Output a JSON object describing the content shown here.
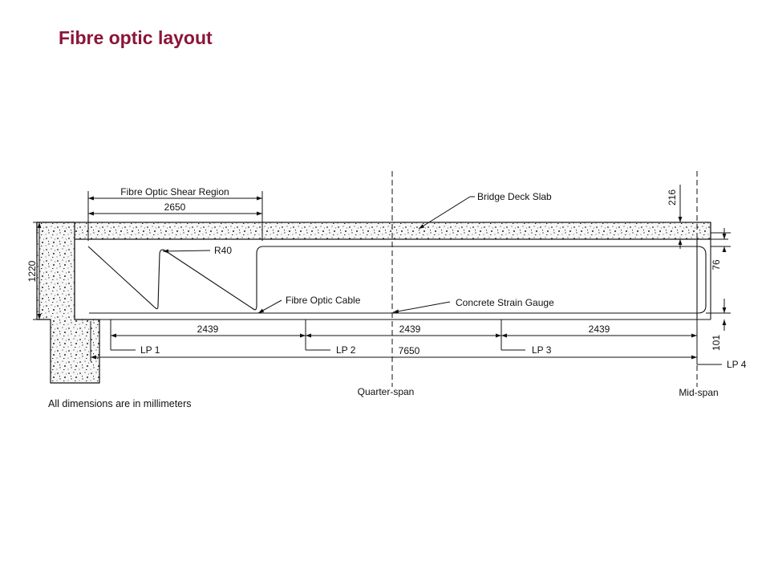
{
  "page": {
    "title": "Fibre optic layout"
  },
  "diagram": {
    "labels": {
      "shear_region": "Fibre Optic Shear Region",
      "deck_slab": "Bridge Deck Slab",
      "radius": "R40",
      "cable": "Fibre Optic Cable",
      "strain_gauge": "Concrete Strain Gauge",
      "quarter_span": "Quarter-span",
      "mid_span": "Mid-span",
      "lp1": "LP 1",
      "lp2": "LP 2",
      "lp3": "LP 3",
      "lp4": "LP 4"
    },
    "dimensions": {
      "shear_length": "2650",
      "height": "1220",
      "seg1": "2439",
      "seg2": "2439",
      "seg3": "2439",
      "total": "7650",
      "slab": "216",
      "d76": "76",
      "d101": "101"
    },
    "note": "All dimensions are in millimeters"
  }
}
